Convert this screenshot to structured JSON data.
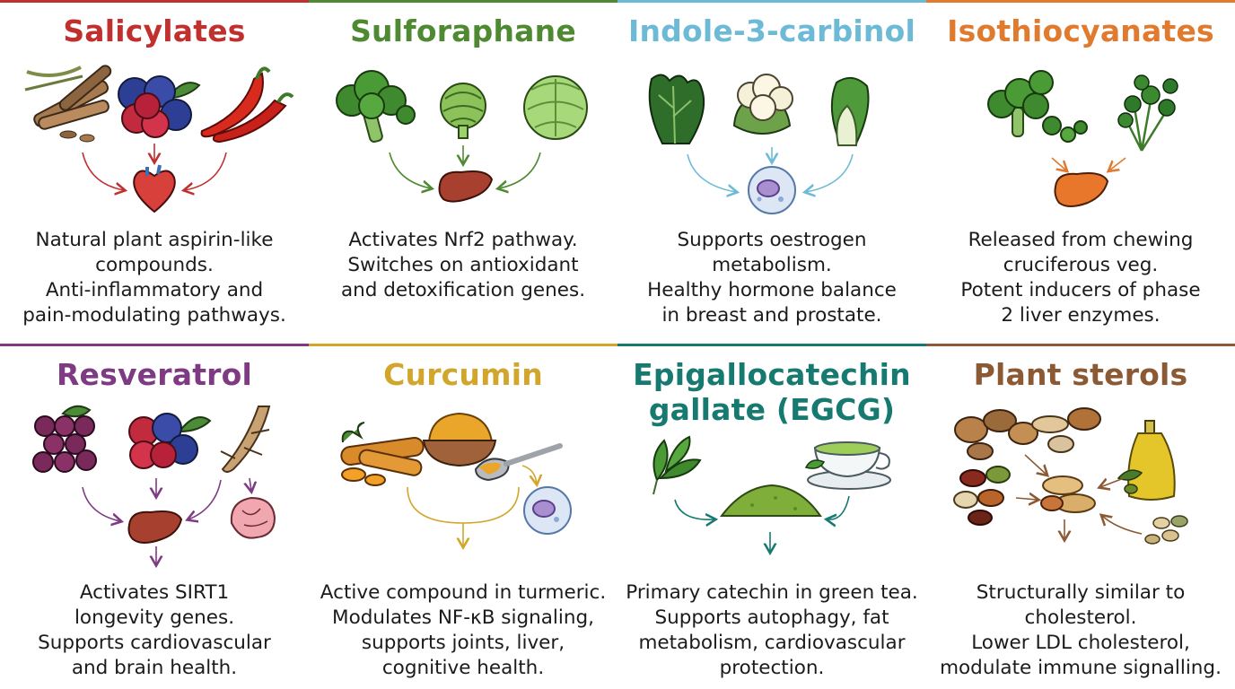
{
  "colors": {
    "salicylates": "#c0302e",
    "sulforaphane": "#4f8a33",
    "indole": "#6cbad6",
    "isothiocyanates": "#e07a2e",
    "resveratrol": "#7e3a82",
    "curcumin": "#d2a62c",
    "egcg": "#167a70",
    "sterols": "#8b5a34"
  },
  "panels": [
    {
      "key": "salicylates",
      "title": "Salicylates",
      "lines": [
        "Natural plant aspirin-like",
        "compounds.",
        "Anti-inflammatory and",
        "pain-modulating pathways."
      ],
      "icons": [
        "willow-bark-icon",
        "berries-icon",
        "chili-pepper-icon",
        "heart-icon"
      ]
    },
    {
      "key": "sulforaphane",
      "title": "Sulforaphane",
      "lines": [
        "Activates Nrf2 pathway.",
        "Switches on antioxidant",
        "and detoxification genes."
      ],
      "icons": [
        "broccoli-icon",
        "brussels-sprout-icon",
        "cabbage-icon",
        "liver-icon"
      ]
    },
    {
      "key": "indole",
      "title": "Indole-3-carbinol",
      "lines": [
        "Supports oestrogen",
        "metabolism.",
        "Healthy hormone balance",
        "in breast and prostate."
      ],
      "icons": [
        "kale-icon",
        "cauliflower-icon",
        "bok-choy-icon",
        "cell-icon"
      ]
    },
    {
      "key": "isothiocyanates",
      "title": "Isothiocyanates",
      "lines": [
        "Released from chewing",
        "cruciferous veg.",
        "Potent inducers of phase",
        "2 liver enzymes."
      ],
      "icons": [
        "broccoli-icon",
        "watercress-icon",
        "liver-icon"
      ]
    },
    {
      "key": "resveratrol",
      "title": "Resveratrol",
      "lines": [
        "Activates SIRT1",
        "longevity genes.",
        "Supports cardiovascular",
        "and brain health."
      ],
      "icons": [
        "grapes-icon",
        "berries-icon",
        "knotweed-root-icon",
        "liver-icon",
        "brain-icon"
      ]
    },
    {
      "key": "curcumin",
      "title": "Curcumin",
      "lines": [
        "Active compound in turmeric.",
        "Modulates NF-κB signaling,",
        "supports joints, liver,",
        "cognitive health."
      ],
      "icons": [
        "turmeric-root-icon",
        "turmeric-powder-bowl-icon",
        "spoon-icon",
        "cell-icon"
      ]
    },
    {
      "key": "egcg",
      "title": [
        "Epigallocatechin",
        "gallate (EGCG)"
      ],
      "lines": [
        "Primary catechin in green tea.",
        "Supports autophagy, fat",
        "metabolism, cardiovascular",
        "protection."
      ],
      "icons": [
        "tea-leaves-icon",
        "matcha-powder-icon",
        "green-tea-cup-icon"
      ]
    },
    {
      "key": "sterols",
      "title": "Plant sterols",
      "lines": [
        "Structurally similar to",
        "cholesterol.",
        "Lower LDL cholesterol,",
        "modulate immune signalling."
      ],
      "icons": [
        "nuts-icon",
        "beans-icon",
        "seeds-icon",
        "olive-oil-bottle-icon",
        "peanuts-icon"
      ]
    }
  ]
}
